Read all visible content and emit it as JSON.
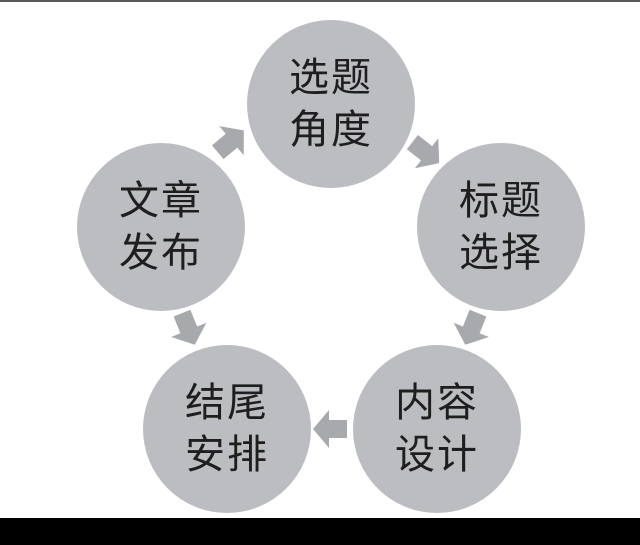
{
  "diagram": {
    "type": "cycle",
    "fill_color": "#bcbdc0",
    "arrow_color": "#a8a9ac",
    "text_color": "#1e1e1e",
    "nodes": [
      {
        "line1": "选题",
        "line2": "角度"
      },
      {
        "line1": "标题",
        "line2": "选择"
      },
      {
        "line1": "内容",
        "line2": "设计"
      },
      {
        "line1": "结尾",
        "line2": "安排"
      },
      {
        "line1": "文章",
        "line2": "发布"
      }
    ],
    "flow": [
      "选题角度 → 标题选择",
      "标题选择 → 内容设计",
      "内容设计 → 结尾安排",
      "结尾安排 → 文章发布",
      "文章发布 → 选题角度"
    ]
  }
}
